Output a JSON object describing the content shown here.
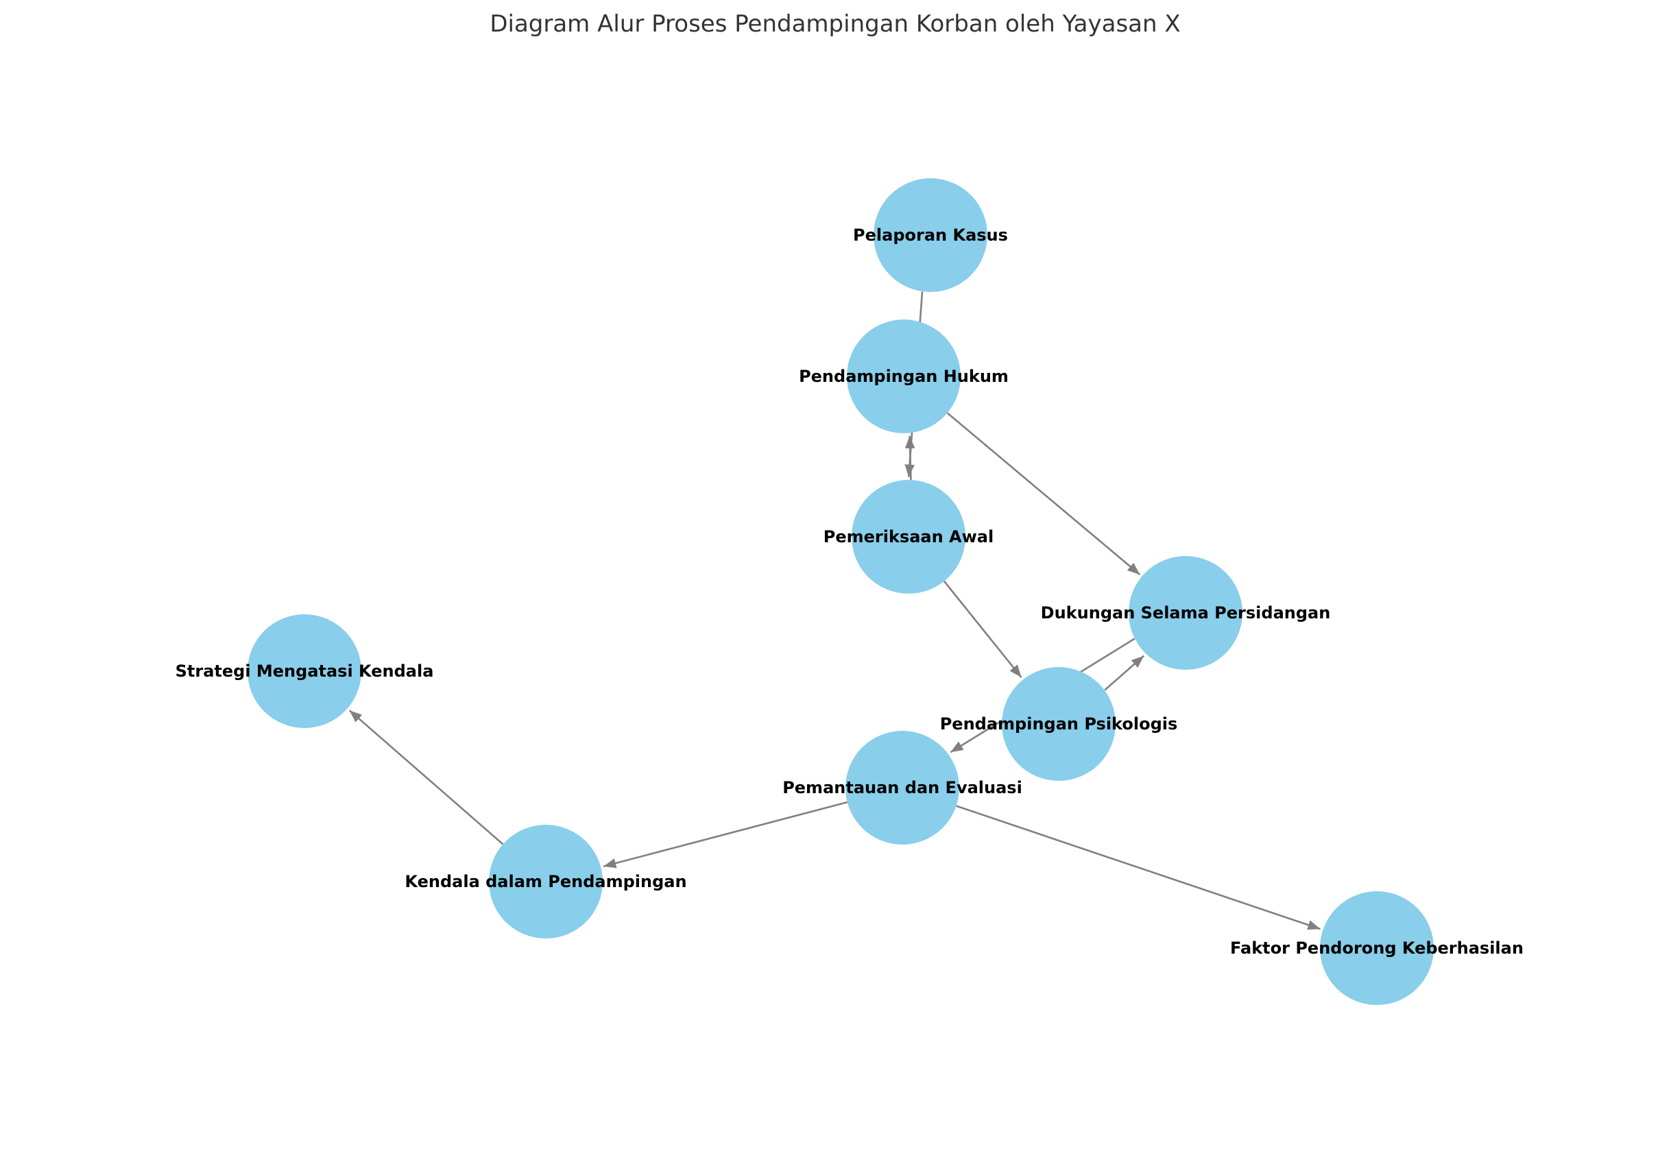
{
  "title": "Diagram Alur Proses Pendampingan Korban oleh Yayasan X",
  "colors": {
    "node_fill": "#89CEEA",
    "edge": "#808080",
    "label": "#000000",
    "title": "#333333"
  },
  "nodes": [
    {
      "id": "pelaporan",
      "label": "Pelaporan Kasus"
    },
    {
      "id": "hukum",
      "label": "Pendampingan Hukum"
    },
    {
      "id": "pemeriksaan",
      "label": "Pemeriksaan Awal"
    },
    {
      "id": "persidangan",
      "label": "Dukungan Selama Persidangan"
    },
    {
      "id": "strategi",
      "label": "Strategi Mengatasi Kendala"
    },
    {
      "id": "psikologis",
      "label": "Pendampingan Psikologis"
    },
    {
      "id": "pemantauan",
      "label": "Pemantauan dan Evaluasi"
    },
    {
      "id": "kendala",
      "label": "Kendala dalam Pendampingan"
    },
    {
      "id": "faktor",
      "label": "Faktor Pendorong Keberhasilan"
    }
  ],
  "edges": [
    {
      "from": "pelaporan",
      "to": "pemeriksaan"
    },
    {
      "from": "pemeriksaan",
      "to": "hukum"
    },
    {
      "from": "pemeriksaan",
      "to": "psikologis"
    },
    {
      "from": "hukum",
      "to": "persidangan"
    },
    {
      "from": "psikologis",
      "to": "persidangan"
    },
    {
      "from": "persidangan",
      "to": "pemantauan"
    },
    {
      "from": "pemantauan",
      "to": "kendala"
    },
    {
      "from": "pemantauan",
      "to": "faktor"
    },
    {
      "from": "kendala",
      "to": "strategi"
    }
  ]
}
